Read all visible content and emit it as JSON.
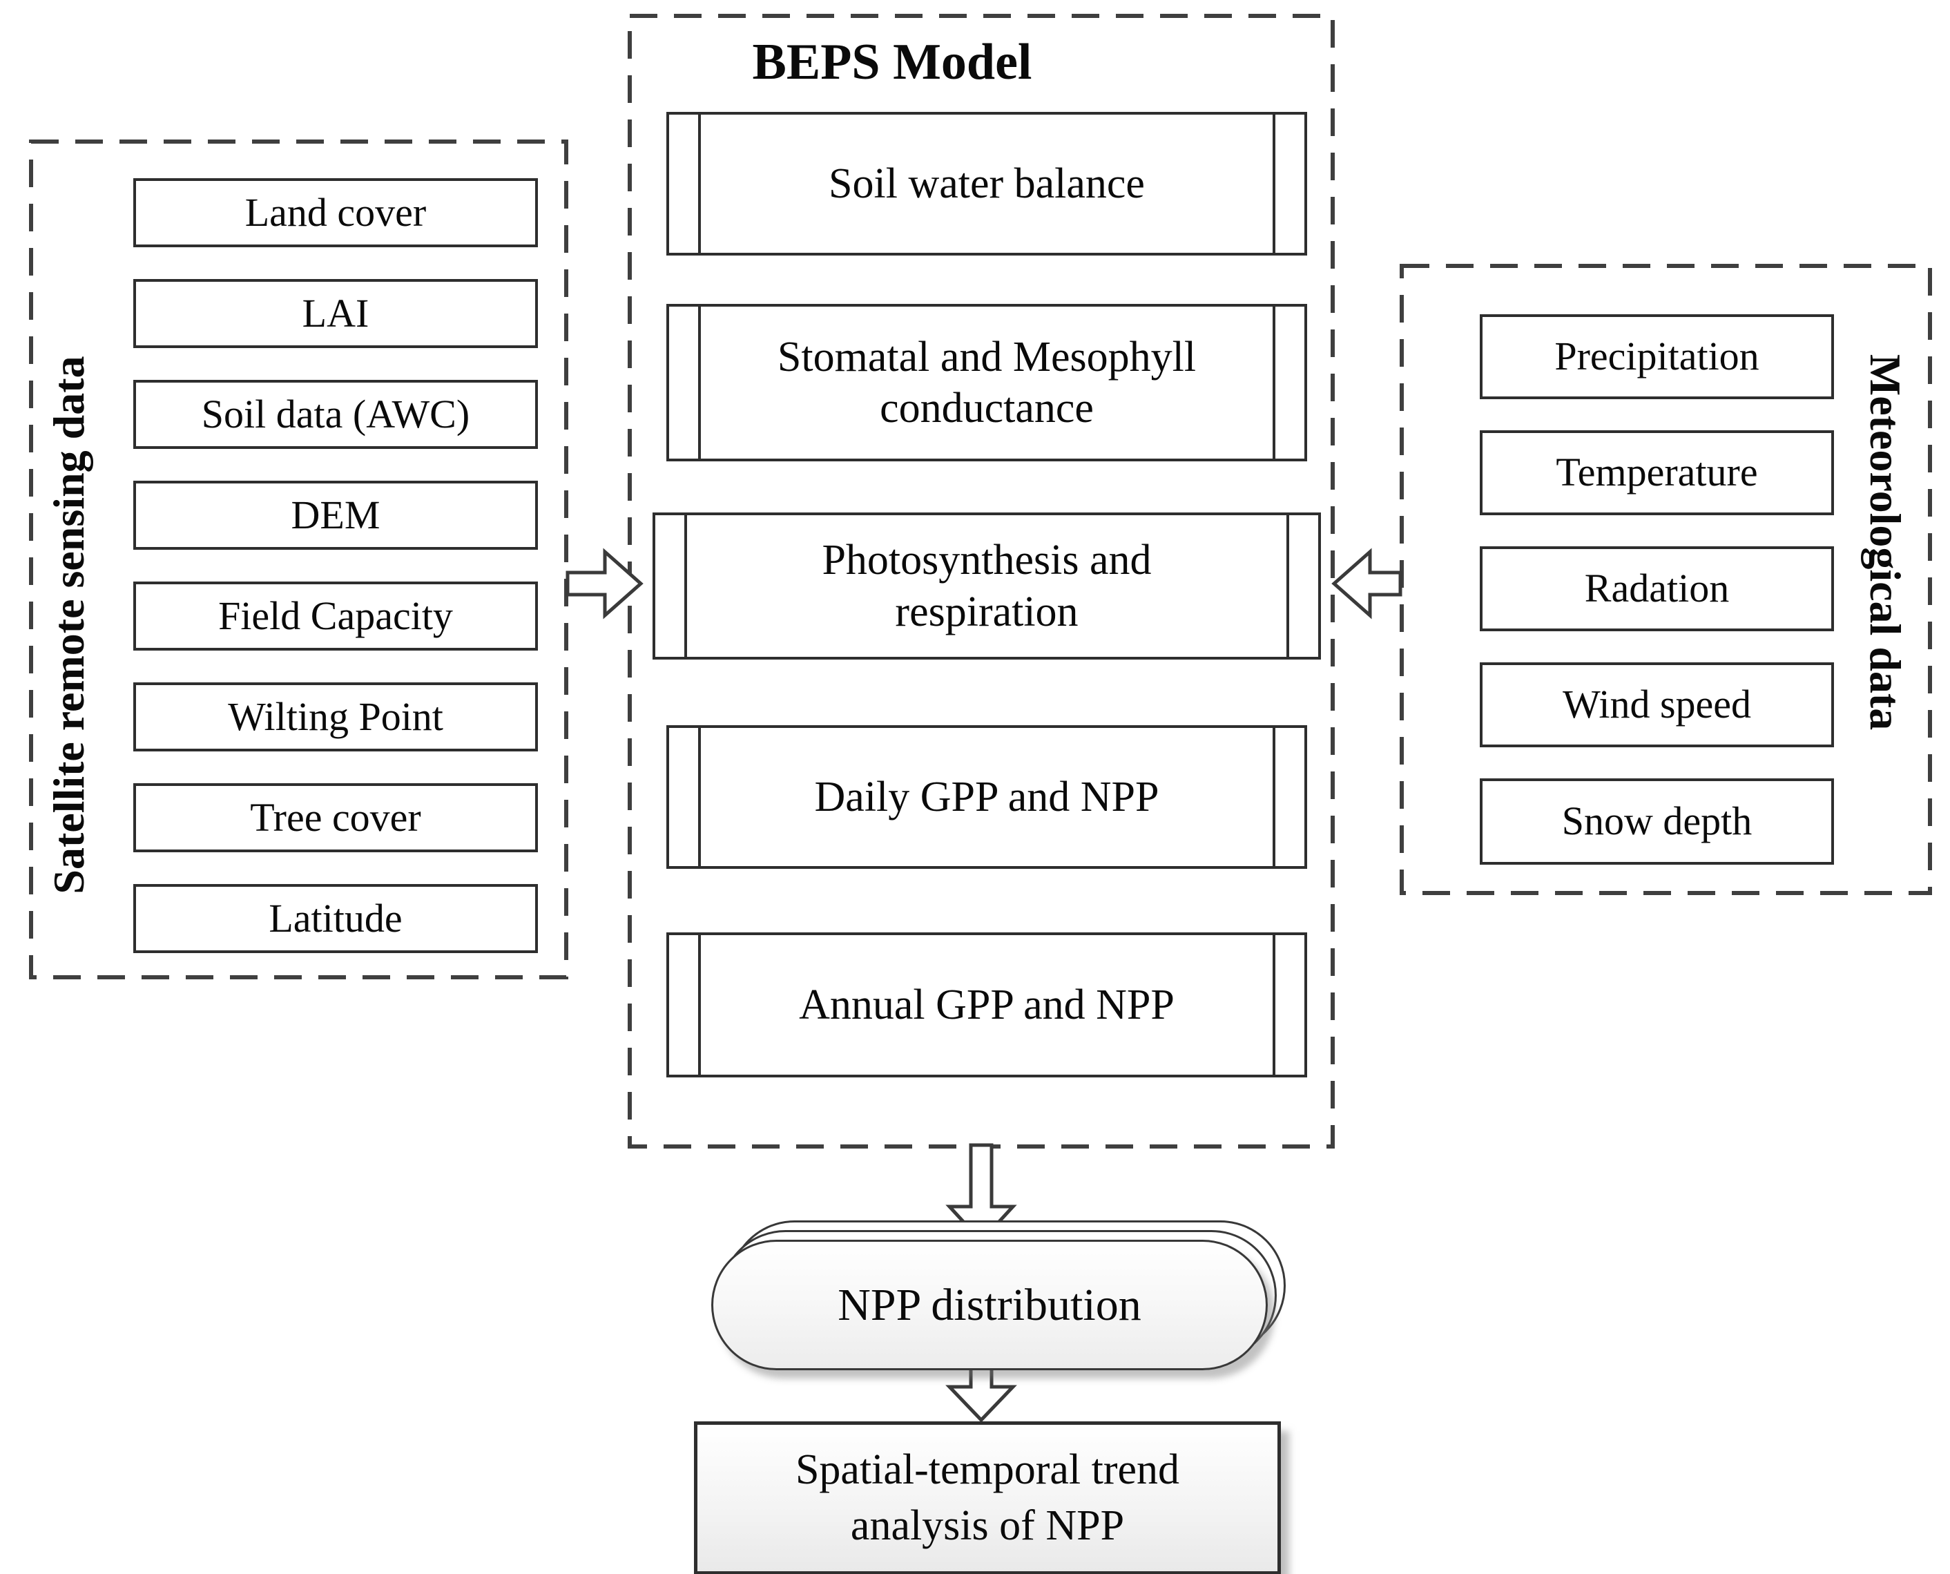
{
  "diagram": {
    "left_panel": {
      "label": "Satellite remote sensing data",
      "items": [
        "Land cover",
        "LAI",
        "Soil data (AWC)",
        "DEM",
        "Field Capacity",
        "Wilting Point",
        "Tree cover",
        "Latitude"
      ]
    },
    "center_panel": {
      "title": "BEPS Model",
      "processes": [
        "Soil water balance",
        "Stomatal and Mesophyll conductance",
        "Photosynthesis and respiration",
        "Daily GPP and NPP",
        "Annual GPP and NPP"
      ]
    },
    "right_panel": {
      "label": "Meteorological data",
      "items": [
        "Precipitation",
        "Temperature",
        "Radation",
        "Wind speed",
        "Snow depth"
      ]
    },
    "outputs": {
      "npp_distribution": "NPP distribution",
      "trend_analysis": "Spatial-temporal trend analysis of NPP"
    },
    "colors": {
      "box_border": "#2e2e2e",
      "dashed_border": "#3f3f3f",
      "box_fill": "#ffffff",
      "output_fill": "#efefef",
      "shadow": "#9a9a9a",
      "text": "#0a0a0a"
    }
  }
}
